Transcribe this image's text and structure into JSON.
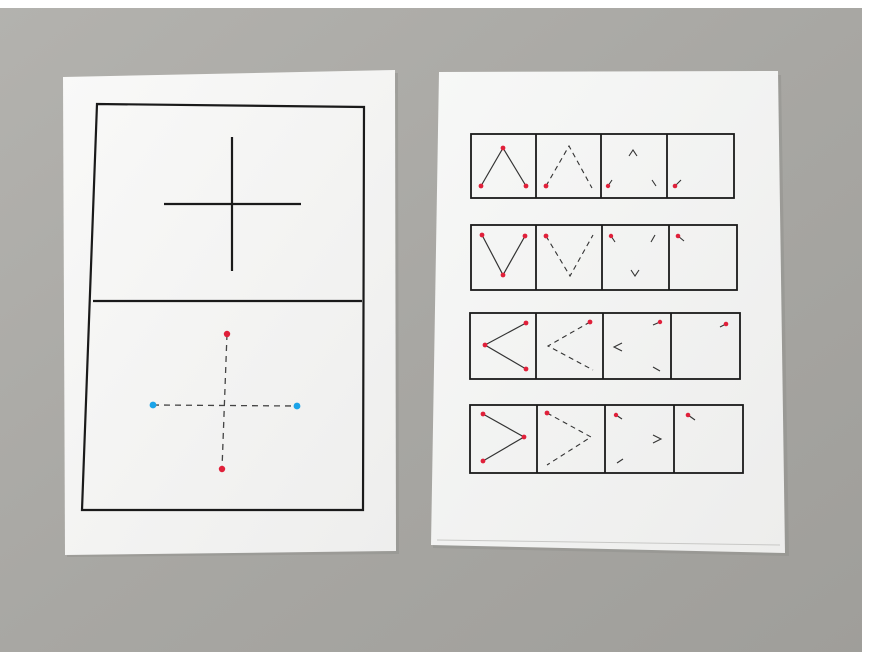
{
  "scene": {
    "background": "#ffffff",
    "table_color": "#a9a8a4",
    "paper_color": "#f7f7f5",
    "ink_color": "#1a1a1a",
    "dot_red": "#e0203a",
    "dot_blue": "#1aa3e8"
  },
  "left_sheet": {
    "upper_panel": {
      "figure": "solid-cross"
    },
    "lower_panel": {
      "figure": "dashed-cross",
      "vertical_dots": "red",
      "horizontal_dots": "blue"
    }
  },
  "right_sheet": {
    "rows": [
      {
        "shape": "peak-up"
      },
      {
        "shape": "valley-down"
      },
      {
        "shape": "less-than"
      },
      {
        "shape": "greater-than"
      }
    ],
    "steps_per_row": [
      "solid",
      "dashed",
      "fragments",
      "start-dot"
    ]
  }
}
